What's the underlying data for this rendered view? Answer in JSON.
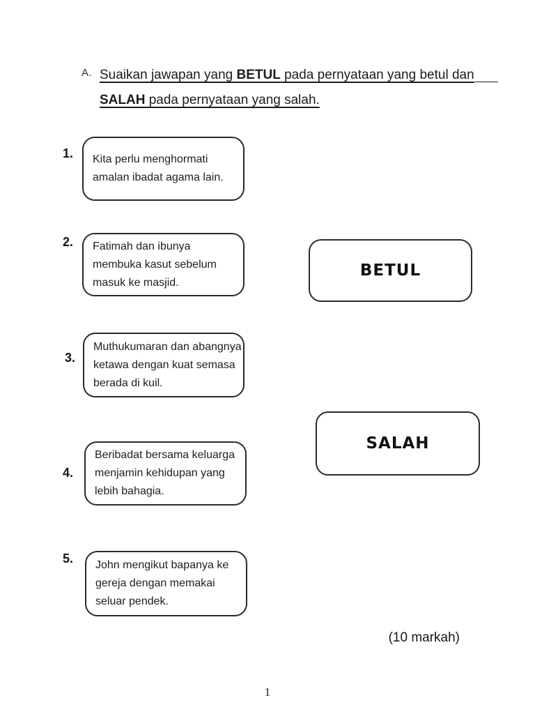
{
  "heading": {
    "prefix": "A.",
    "line1_pre": "Suaikan jawapan yang ",
    "line1_bold": "BETUL",
    "line1_post": " pada pernyataan yang betul dan",
    "line2_bold": "SALAH",
    "line2_post": " pada pernyataan yang salah."
  },
  "questions": [
    {
      "number": "1.",
      "lines": [
        "Kita perlu menghormati",
        "amalan ibadat agama lain."
      ]
    },
    {
      "number": "2.",
      "lines": [
        "Fatimah dan ibunya",
        "membuka kasut sebelum",
        "masuk ke masjid."
      ]
    },
    {
      "number": "3.",
      "lines": [
        "Muthukumaran dan abangnya",
        "ketawa dengan kuat semasa",
        "berada di kuil."
      ]
    },
    {
      "number": "4.",
      "lines": [
        "Beribadat bersama keluarga",
        "menjamin kehidupan yang",
        "lebih bahagia."
      ]
    },
    {
      "number": "5.",
      "lines": [
        "John mengikut bapanya ke",
        "gereja dengan memakai",
        "seluar pendek."
      ]
    }
  ],
  "answers": [
    {
      "label": "BETUL"
    },
    {
      "label": "SALAH"
    }
  ],
  "footer": {
    "marks_note": "(10 markah)",
    "page_number": "1"
  },
  "colors": {
    "page_background": "#ffffff",
    "text": "#1c1c1c",
    "box_border": "#2a2a2a"
  }
}
